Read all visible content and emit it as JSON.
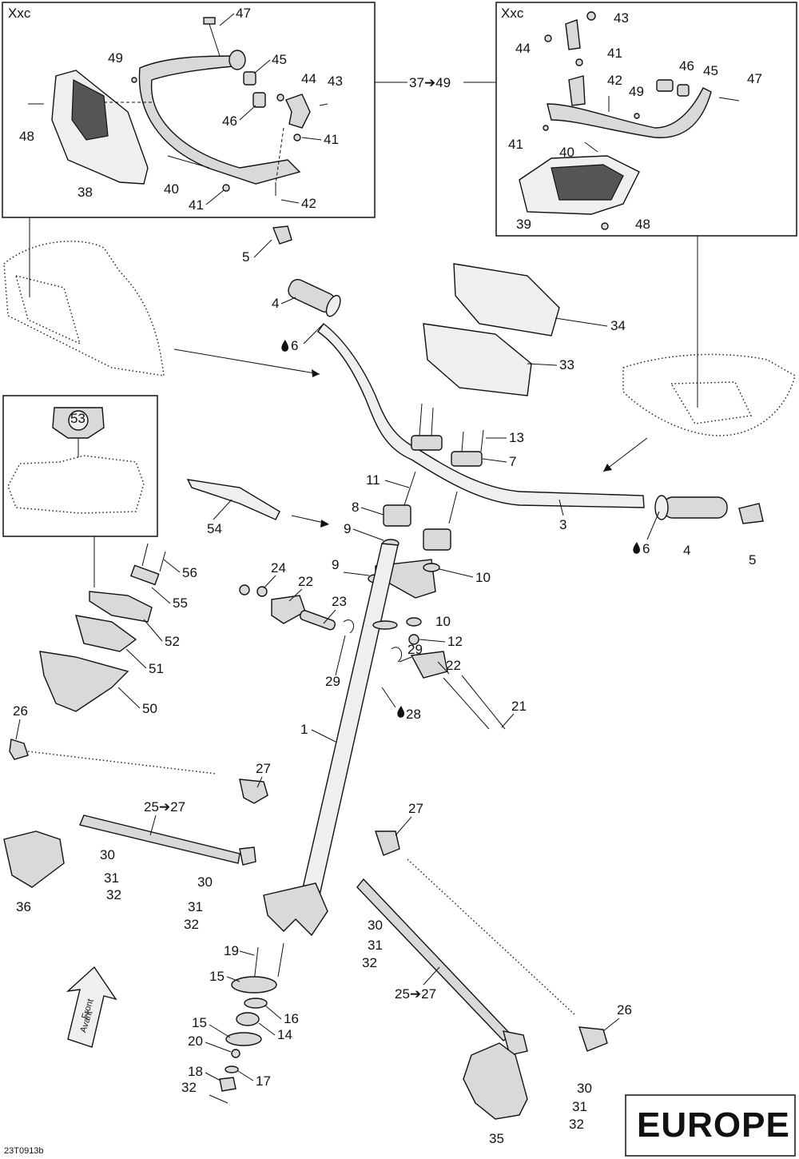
{
  "diagram": {
    "region_badge": "EUROPE",
    "drawing_code": "23T0913b",
    "front_arrow_line1": "Front",
    "front_arrow_line2": "Avant",
    "inset_tl_title": "Xxc",
    "inset_tr_title": "Xxc",
    "inset_ref_range": "37➔49",
    "range_25_27_a": "25➔27",
    "range_25_27_b": "25➔27",
    "callouts": {
      "n1": "1",
      "n3": "3",
      "n4a": "4",
      "n4b": "4",
      "n5a": "5",
      "n5b": "5",
      "n6a": "6",
      "n6b": "6",
      "n7": "7",
      "n8": "8",
      "n9a": "9",
      "n9b": "9",
      "n10a": "10",
      "n10b": "10",
      "n11": "11",
      "n12": "12",
      "n13": "13",
      "n14": "14",
      "n15a": "15",
      "n15b": "15",
      "n16": "16",
      "n17": "17",
      "n18": "18",
      "n19": "19",
      "n20": "20",
      "n21": "21",
      "n22a": "22",
      "n22b": "22",
      "n23": "23",
      "n24": "24",
      "n26a": "26",
      "n26b": "26",
      "n27a": "27",
      "n27b": "27",
      "n28": "28",
      "n29a": "29",
      "n29b": "29",
      "n30a": "30",
      "n30b": "30",
      "n30c": "30",
      "n31a": "31",
      "n31b": "31",
      "n31c": "31",
      "n32a": "32",
      "n32b": "32",
      "n32c": "32",
      "n32d": "32",
      "n33": "33",
      "n34": "34",
      "n35": "35",
      "n36": "36",
      "n50": "50",
      "n51": "51",
      "n52": "52",
      "n53": "53",
      "n54": "54",
      "n55": "55",
      "n56": "56",
      "tl38": "38",
      "tl40": "40",
      "tl41a": "41",
      "tl41b": "41",
      "tl42": "42",
      "tl43": "43",
      "tl44": "44",
      "tl45": "45",
      "tl46": "46",
      "tl47": "47",
      "tl48": "48",
      "tl49": "49",
      "tr39": "39",
      "tr40": "40",
      "tr41a": "41",
      "tr41b": "41",
      "tr42": "42",
      "tr43": "43",
      "tr44": "44",
      "tr45": "45",
      "tr46": "46",
      "tr47": "47",
      "tr48": "48",
      "tr49": "49"
    },
    "icons": {
      "lubricant": "oil-drop-icon",
      "front": "front-arrow-icon"
    }
  }
}
